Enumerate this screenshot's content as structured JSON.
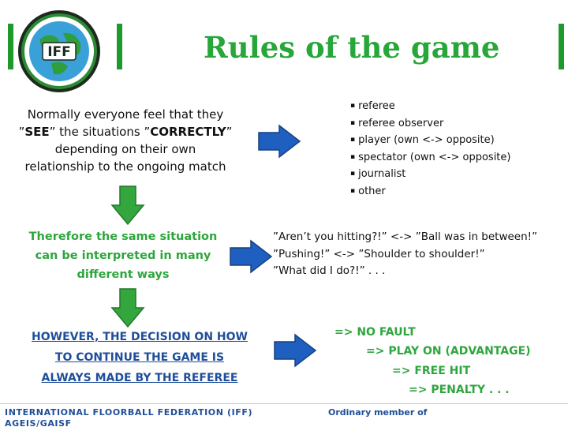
{
  "header": {
    "title": "Rules of the game"
  },
  "block1": {
    "line1": "Normally everyone feel that they",
    "see_prefix": "”",
    "see": "SEE",
    "see_mid": "” the situations ”",
    "correctly": "CORRECTLY",
    "see_suffix": "”",
    "line3": "depending on their own",
    "line4": "relationship to the ongoing match"
  },
  "roles": [
    "referee",
    "referee observer",
    "player (own  <->  opposite)",
    "spectator (own  <->  opposite)",
    "journalist",
    "other"
  ],
  "block2": {
    "line1": "Therefore the same situation",
    "line2": "can be interpreted in many",
    "line3": "different ways"
  },
  "quotes": {
    "line1": "”Aren’t you hitting?!”  <-> ”Ball was in between!”",
    "line2": "”Pushing!”  <->  ”Shoulder to shoulder!”",
    "line3": "”What did I do?!”  . . ."
  },
  "block3": {
    "line1": "HOWEVER, THE DECISION ON HOW",
    "line2": "TO CONTINUE THE GAME IS",
    "line3": "ALWAYS MADE BY THE REFEREE"
  },
  "results": [
    "=> NO FAULT",
    "=> PLAY ON (ADVANTAGE)",
    "=> FREE HIT",
    "=> PENALTY  . . ."
  ],
  "footer": {
    "org": "INTERNATIONAL FLOORBALL FEDERATION (IFF)     AGEIS/GAISF",
    "member": "Ordinary member of"
  },
  "logo": {
    "text": "IFF"
  },
  "colors": {
    "accent_green": "#27a639",
    "arrow_blue": "#1f5fbf",
    "arrow_green": "#33a63d",
    "text_blue": "#1f4e9a"
  },
  "icons": [
    "iff-logo-icon",
    "arrow-right-icon",
    "arrow-down-icon"
  ]
}
